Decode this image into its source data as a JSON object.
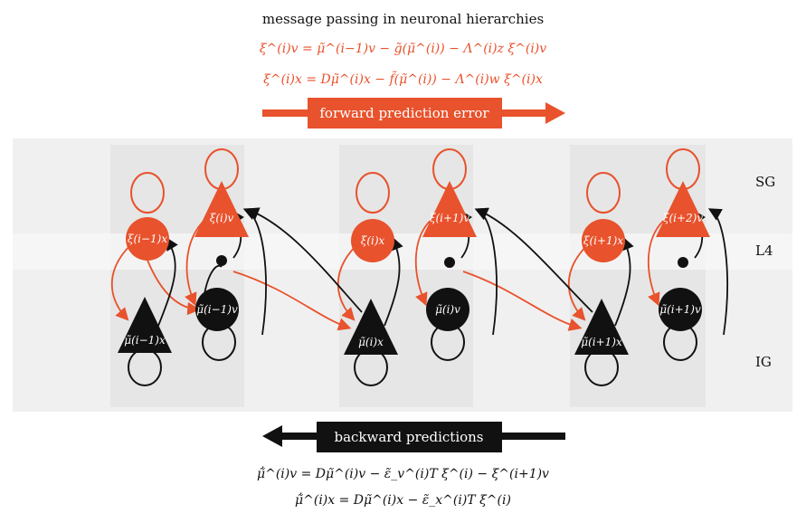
{
  "title": "message passing in neuronal hierarchies",
  "equations": {
    "forward_v": "ξ^(i)v = μ̃^(i−1)v − g̃(μ̃^(i)) − Λ^(i)z ξ^(i)v",
    "forward_x": "ξ^(i)x = Dμ̃^(i)x − f̃(μ̃^(i)) − Λ^(i)w ξ^(i)x",
    "backward_v": "μ̃̇^(i)v = Dμ̃^(i)v − ε̃_v^(i)T ξ^(i) − ξ^(i+1)v",
    "backward_x": "μ̃̇^(i)x = Dμ̃^(i)x − ε̃_x^(i)T ξ^(i)"
  },
  "arrows": {
    "forward": "forward prediction error",
    "backward": "backward predictions"
  },
  "layers": {
    "sg": "SG",
    "l4": "L4",
    "ig": "IG"
  },
  "columns": [
    {
      "xi_x": "ξ(i−1)x",
      "xi_v": "ξ(i)v",
      "mu_x": "μ̃(i−1)x",
      "mu_v": "μ̃(i−1)v"
    },
    {
      "xi_x": "ξ(i)x",
      "xi_v": "ξ(i+1)v",
      "mu_x": "μ̃(i)x",
      "mu_v": "μ̃(i)v"
    },
    {
      "xi_x": "ξ(i+1)x",
      "xi_v": "ξ(i+2)v",
      "mu_x": "μ̃(i+1)x",
      "mu_v": "μ̃(i+1)v"
    }
  ],
  "colors": {
    "error": "#e8522c",
    "prediction": "#111111",
    "background": "#f0f0f0"
  }
}
